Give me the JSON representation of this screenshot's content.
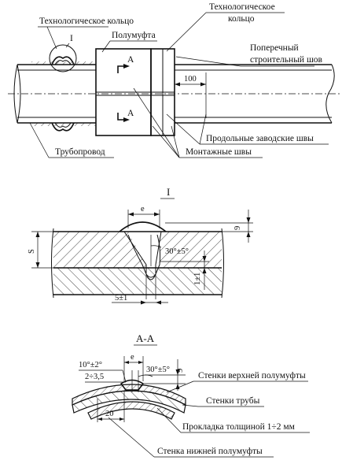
{
  "view_top": {
    "labels": {
      "tech_ring_left": "Технологическое кольцо",
      "tech_ring_right": "Технологическое кольцо",
      "half_coupling": "Полумуфта",
      "detail_marker": "I",
      "section_mark_top": "А",
      "section_mark_bottom": "А",
      "transverse_seam": "Поперечный строительный шов",
      "dim_100": "100",
      "longitudinal_seams": "Продольные заводские швы",
      "mounting_seams": "Монтажные швы",
      "pipeline": "Трубопровод"
    }
  },
  "view_detail": {
    "title": "I",
    "dims": {
      "e": "e",
      "nine": "9",
      "s": "S",
      "angle": "30°±5°",
      "gap": "5±1",
      "one": "1±1"
    }
  },
  "view_section": {
    "title": "А-А",
    "dims": {
      "angle_left": "10°±2°",
      "gap_left": "2÷3,5",
      "e": "e",
      "angle_right": "30°±5°",
      "nine": "9",
      "width_20": "20"
    },
    "labels": {
      "upper_wall": "Стенки верхней полумуфты",
      "pipe_wall": "Стенки трубы",
      "gasket": "Прокладка толщиной 1÷2 мм",
      "lower_wall": "Стенка нижней полумуфты"
    }
  }
}
